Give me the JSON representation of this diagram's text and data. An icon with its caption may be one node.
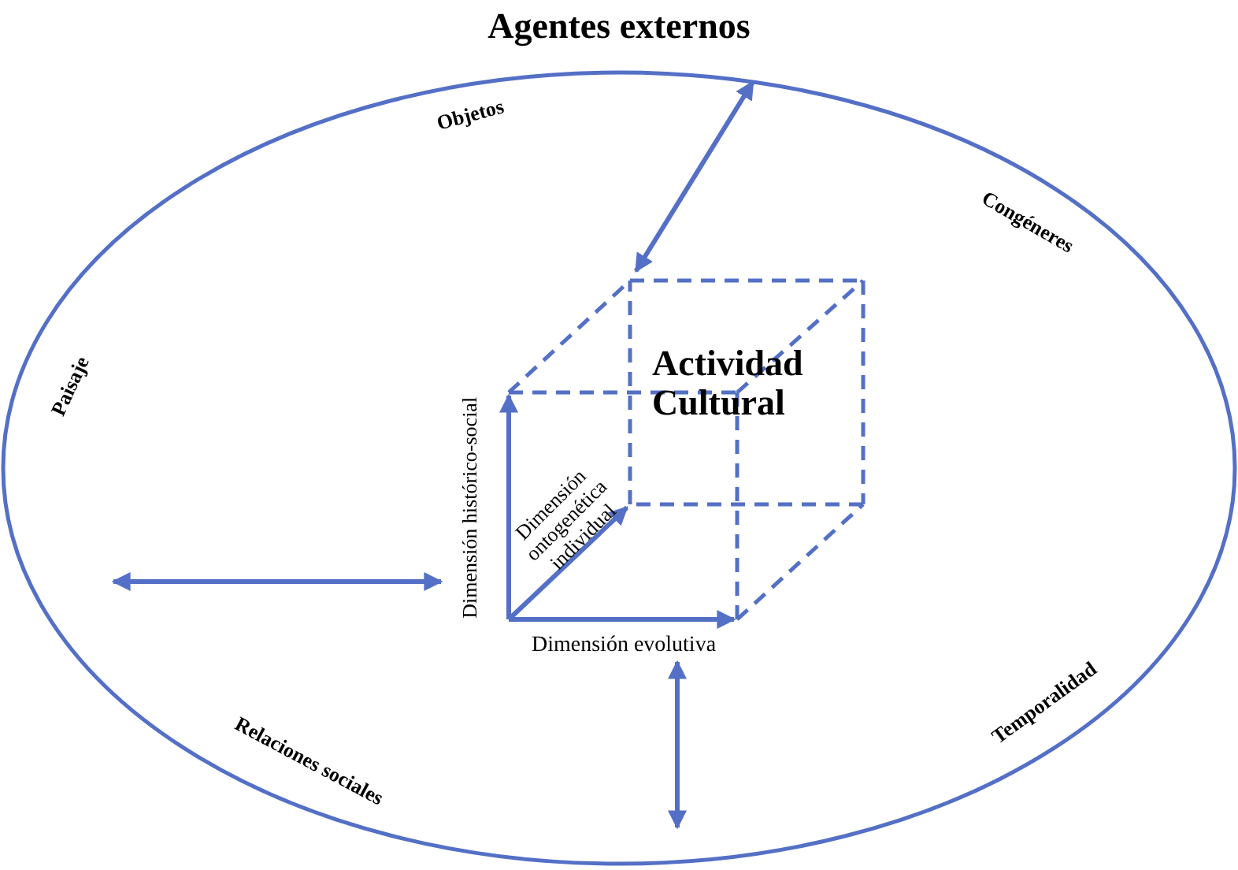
{
  "diagram": {
    "nodes": [
      {
        "text": [
          "Agentes externos"
        ]
      },
      {
        "text": [
          "Actividad Cultural"
        ],
        "in": 0
      }
    ],
    "edges": [
      {
        "from": 0,
        "to": 1,
        "arrow": "both"
      },
      {
        "from": 0,
        "to": 1,
        "arrow": "both"
      },
      {
        "from": 0,
        "to": 1,
        "arrow": "both"
      }
    ],
    "labels": [
      "Objetos",
      "Congéneres",
      "Paisaje",
      "Dimensión histórico-social",
      "Dimensión ontogenética individual",
      "Dimensión evolutiva",
      "Relaciones sociales",
      "Temporalidad"
    ]
  }
}
